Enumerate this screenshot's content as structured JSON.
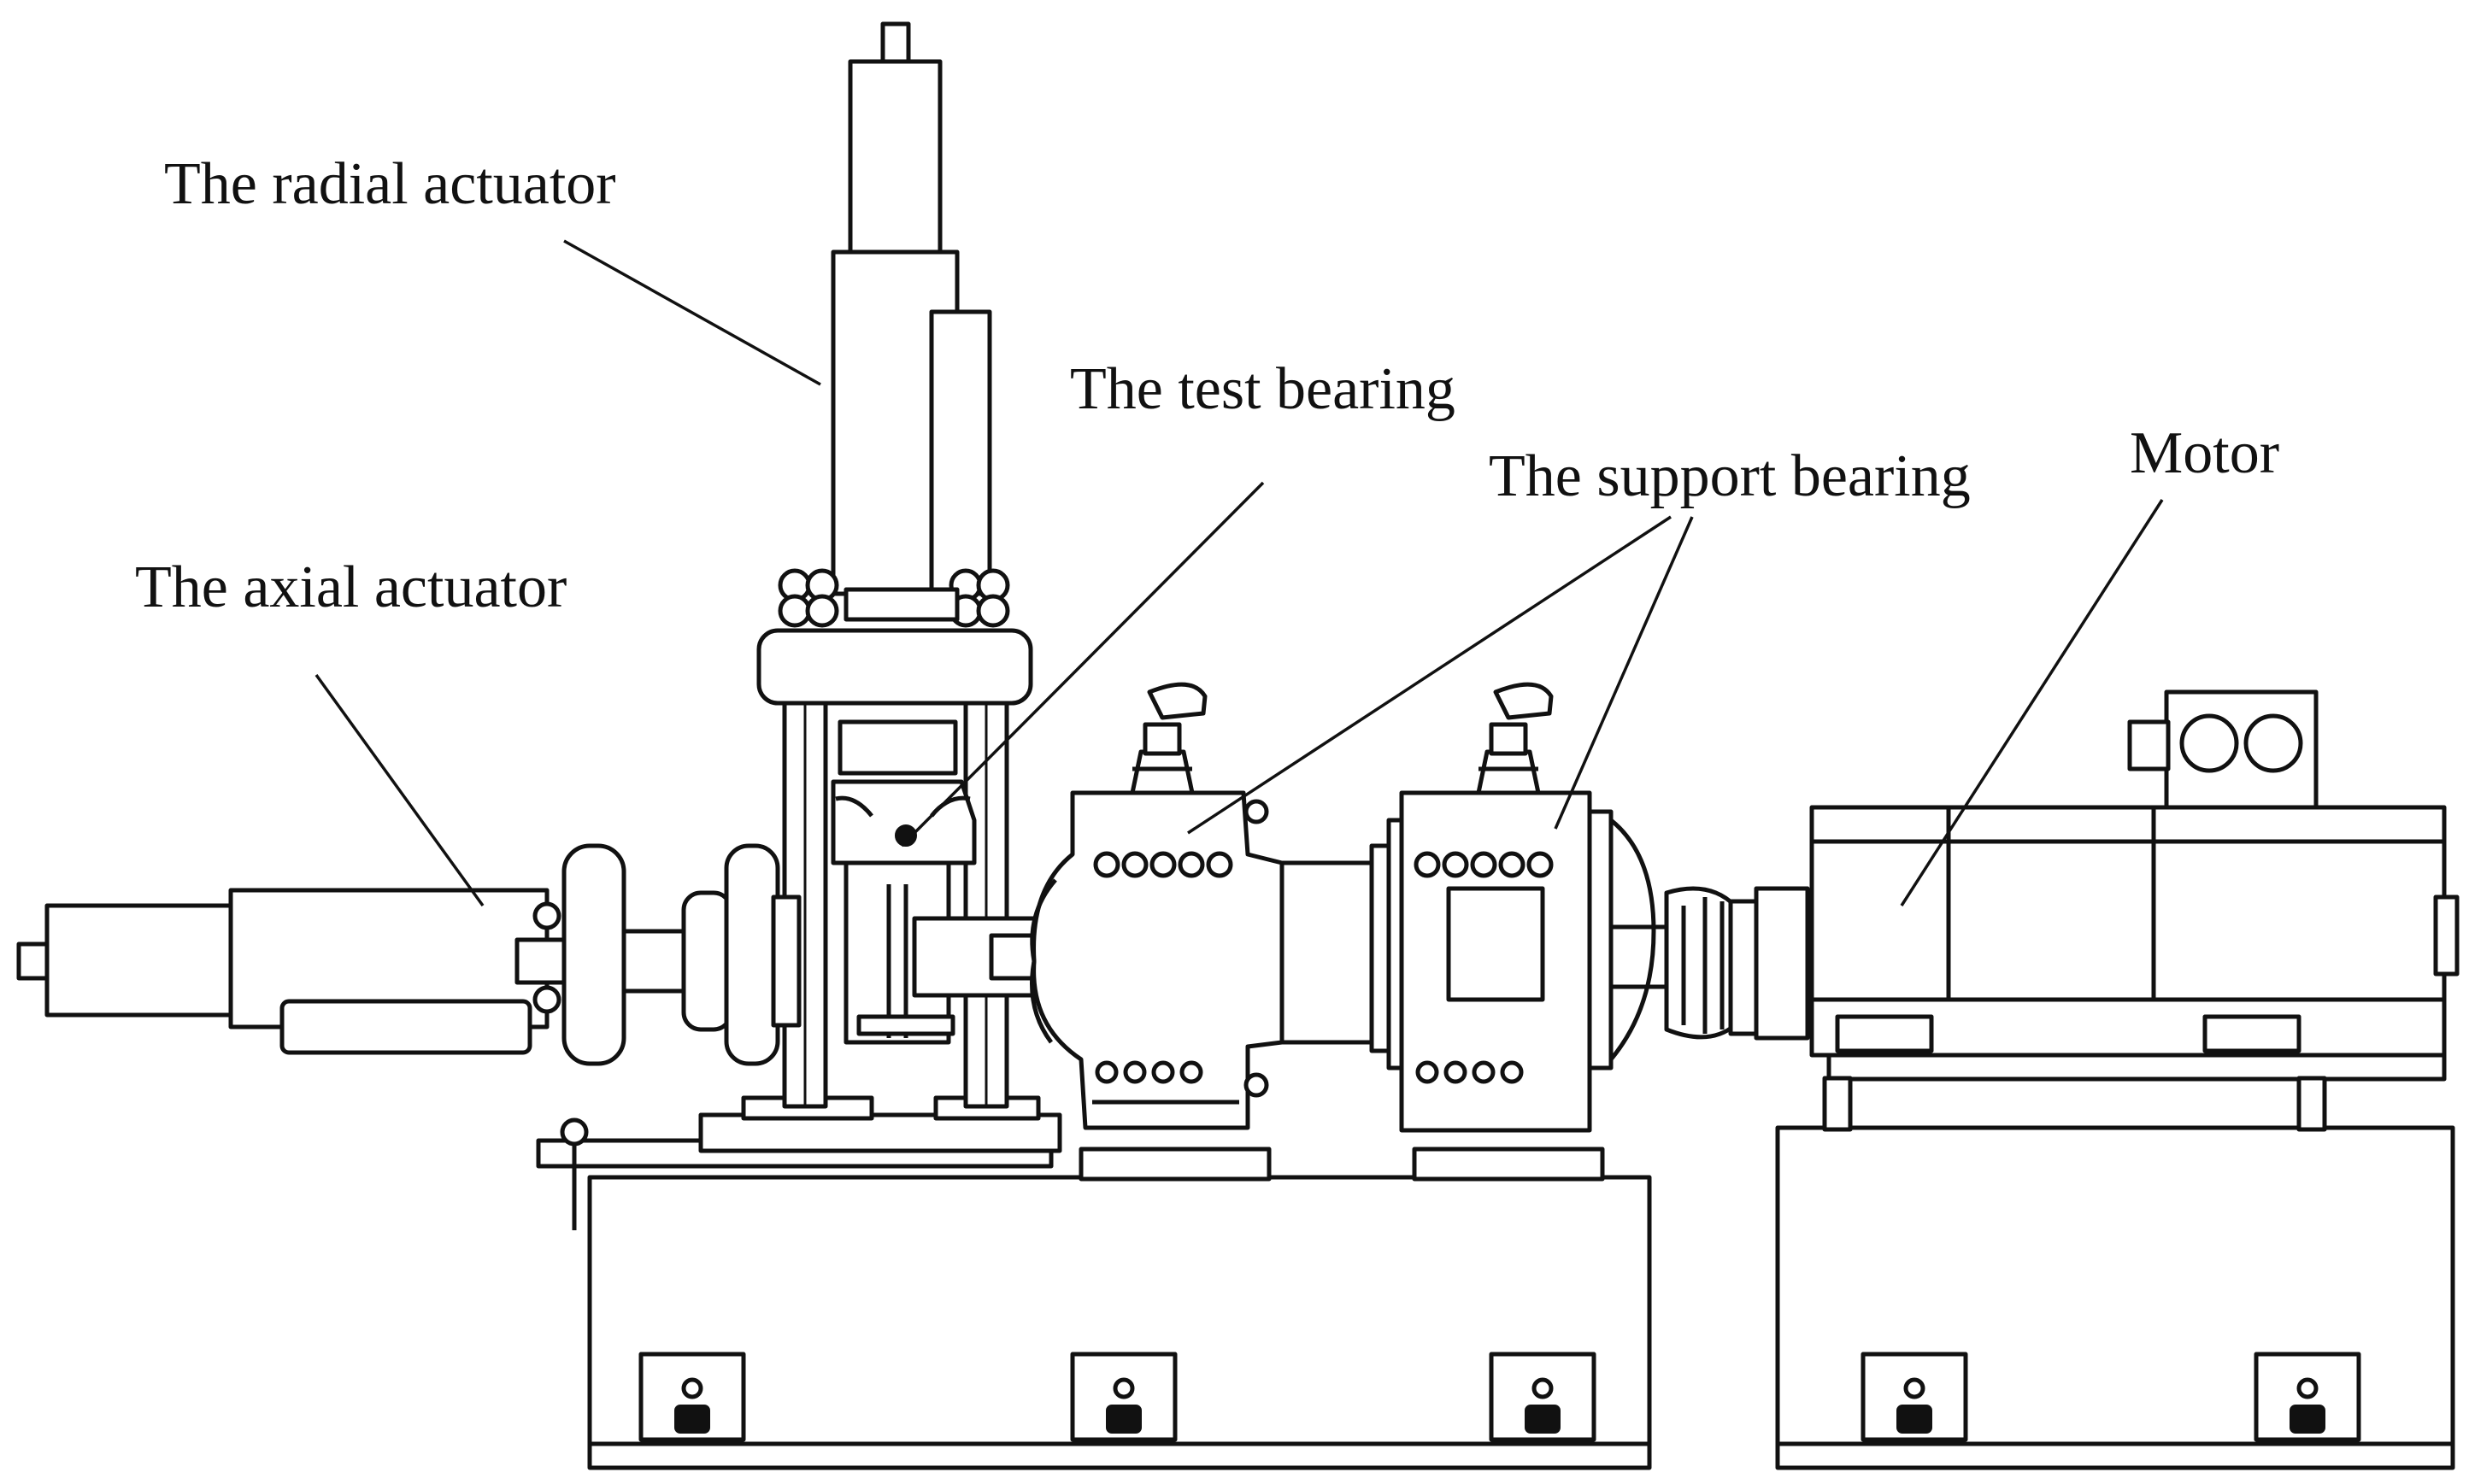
{
  "labels": {
    "radial_actuator": "The radial actuator",
    "test_bearing": "The test bearing",
    "support_bearing": "The support bearing",
    "motor": "Motor",
    "axial_actuator": "The axial actuator"
  },
  "colors": {
    "ink": "#111111",
    "background": "#ffffff"
  }
}
